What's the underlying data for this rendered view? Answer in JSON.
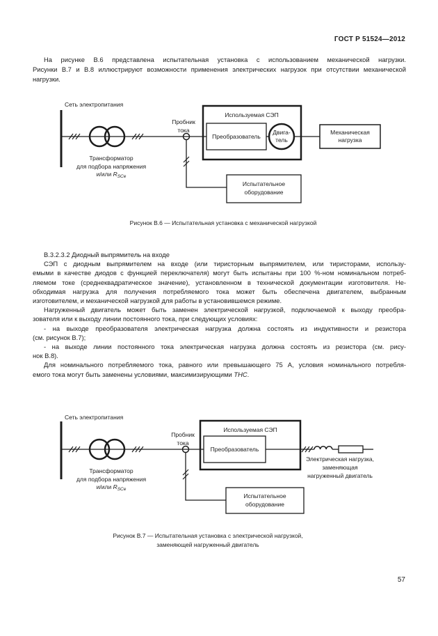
{
  "page": {
    "header": "ГОСТ Р 51524—2012",
    "page_number": "57"
  },
  "intro": {
    "lines": [
      {
        "t": "На рисунке В.6 представлена испытательная установка с использованием механической нагрузки.",
        "ind": true,
        "j": true
      },
      {
        "t": "Рисунки В.7 и В.8 иллюстрируют возможности применения электрических нагрузок при отсутствии механической",
        "j": true
      },
      {
        "t": "нагрузки."
      }
    ]
  },
  "section": {
    "lines": [
      {
        "t": "В.3.2.3.2 Диодный выпрямитель на входе",
        "ind": true
      },
      {
        "t": "СЭП с диодным выпрямителем на входе (или тиристорным выпрямителем, или тиристорами, использу-",
        "ind": true,
        "j": true
      },
      {
        "t": "емыми в качестве диодов с функцией переключателя) могут быть испытаны при 100 %-ном номинальном потреб-",
        "j": true
      },
      {
        "t": "ляемом токе (среднеквадратическое значение), установленном в технической документации изготовителя. Не-",
        "j": true
      },
      {
        "t": "обходимая нагрузка для получения потребляемого тока может быть обеспечена двигателем, выбранным",
        "j": true
      },
      {
        "t": "изготовителем, и механической нагрузкой для работы в установившемся режиме."
      },
      {
        "t": "Нагруженный двигатель может быть заменен электрической нагрузкой, подключаемой к выходу преобра-",
        "ind": true,
        "j": true
      },
      {
        "t": "зователя или к выходу линии постоянного тока, при следующих условиях:"
      },
      {
        "t": "- на выходе преобразователя электрическая нагрузка должна состоять из индуктивности и резистора",
        "ind": true,
        "j": true
      },
      {
        "t": "(см. рисунок В.7);"
      },
      {
        "t": "- на выходе линии постоянного тока электрическая нагрузка должна состоять из резистора (см. рису-",
        "ind": true,
        "j": true
      },
      {
        "t": "нок В.8)."
      },
      {
        "t": "Для номинального потребляемого тока, равного или превышающего 75 А, условия номинального потребля-",
        "ind": true,
        "j": true
      },
      {
        "t": "емого тока могут быть заменены условиями, максимизирующими *ТНС*."
      }
    ]
  },
  "fig_b6": {
    "labels": {
      "mains": "Сеть электропитания",
      "probe_l1": "Пробник",
      "probe_l2": "тока",
      "transformer_l1": "Трансформатор",
      "transformer_l2": "для подбора напряжения",
      "transformer_l3_prefix": "и/или ",
      "transformer_r": "R",
      "transformer_r_sub": "SCe",
      "sep_title": "Используемая СЭП",
      "converter": "Преобразователь",
      "motor_l1": "Двига-",
      "motor_l2": "тель",
      "mech_load_l1": "Механическая",
      "mech_load_l2": "нагрузка",
      "test_eq_l1": "Испытательное",
      "test_eq_l2": "оборудование"
    },
    "caption": "Рисунок В.6 — Испытательная установка с механической нагрузкой"
  },
  "fig_b7": {
    "labels": {
      "mains": "Сеть электропитания",
      "probe_l1": "Пробник",
      "probe_l2": "тока",
      "transformer_l1": "Трансформатор",
      "transformer_l2": "для подбора напряжения",
      "transformer_l3_prefix": "и/или ",
      "transformer_r": "R",
      "transformer_r_sub": "SCe",
      "sep_title": "Используемая СЭП",
      "converter": "Преобразователь",
      "elec_load_l1": "Электрическая нагрузка,",
      "elec_load_l2": "заменяющая",
      "elec_load_l3": "нагруженный двигатель",
      "test_eq_l1": "Испытательное",
      "test_eq_l2": "оборудование"
    },
    "caption_l1": "Рисунок В.7 — Испытательная установка с электрической нагрузкой,",
    "caption_l2": "заменяющей нагруженный двигатель"
  }
}
